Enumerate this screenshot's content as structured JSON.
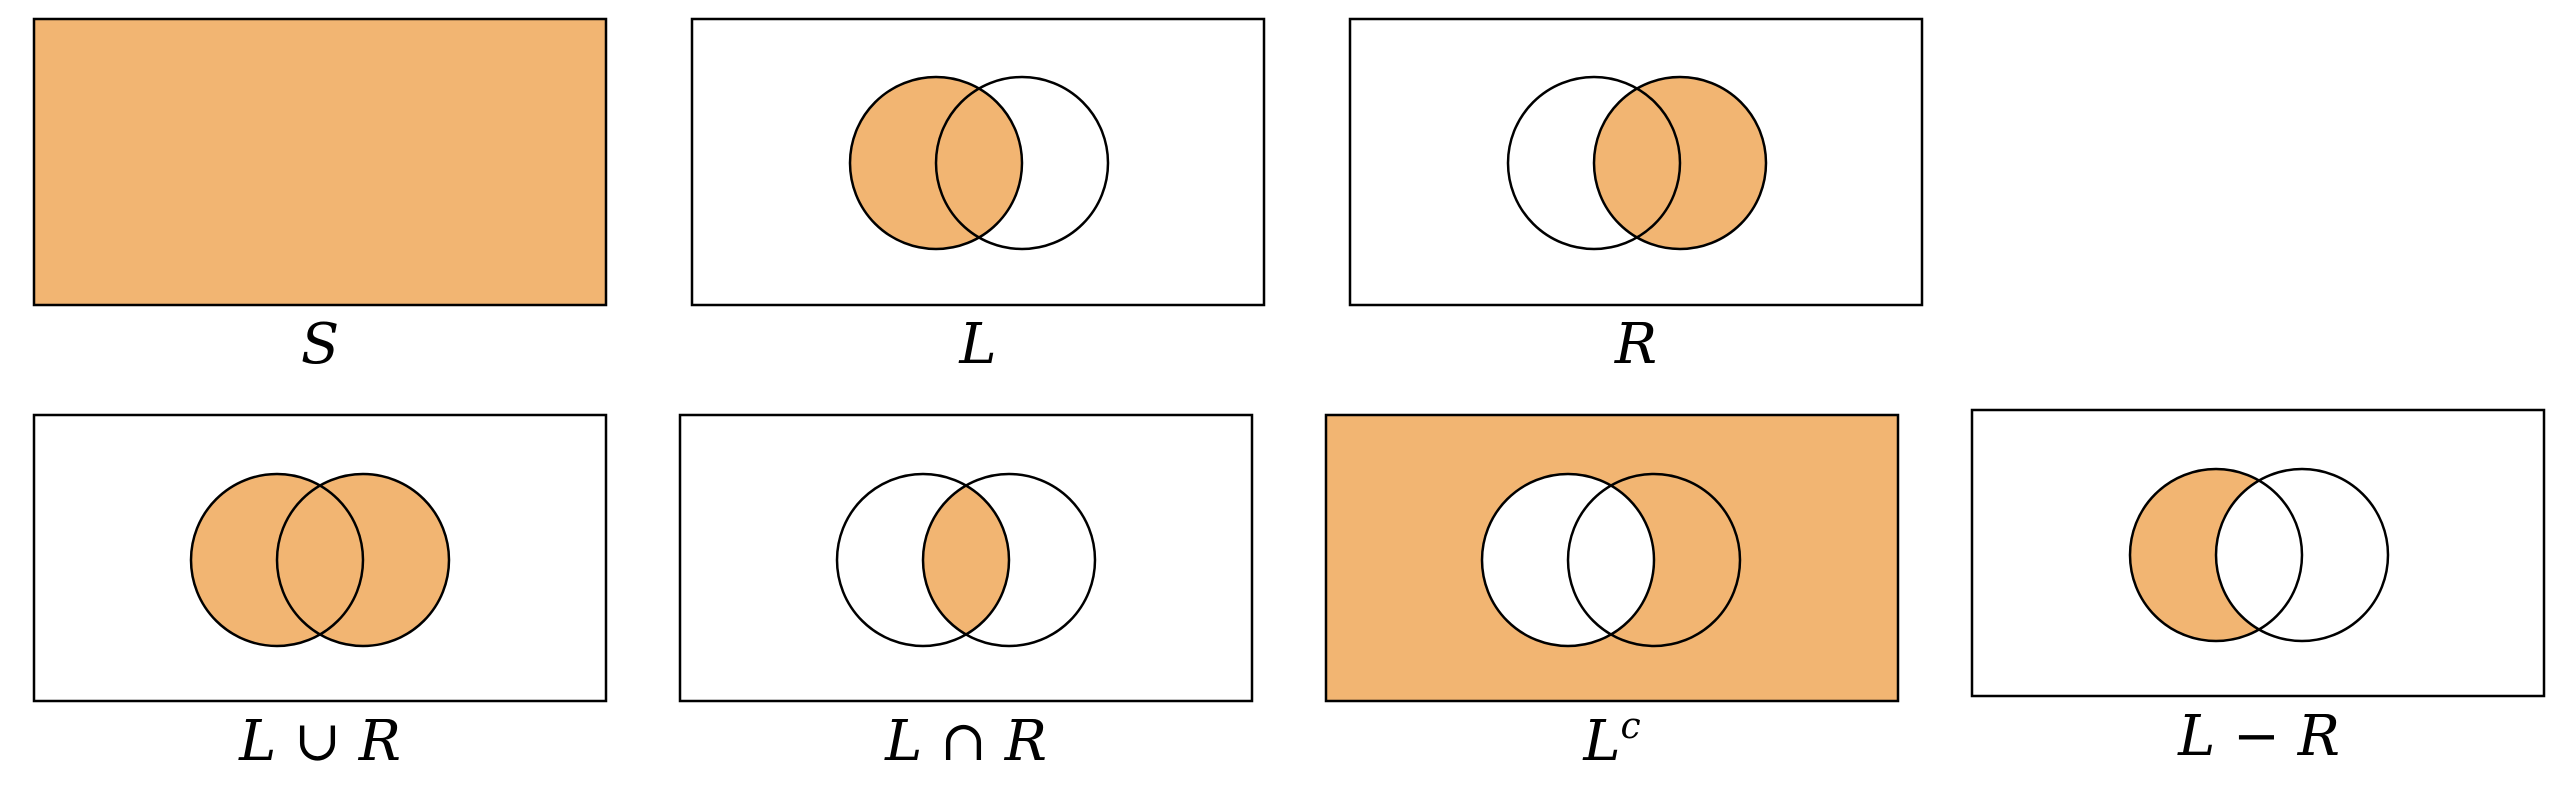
{
  "colors": {
    "shade": "#F2B572",
    "line": "#000000",
    "background": "#FFFFFF"
  },
  "panels": [
    {
      "id": "S",
      "label": "S",
      "sup": "",
      "shaded_region": "universe"
    },
    {
      "id": "L",
      "label": "L",
      "sup": "",
      "shaded_region": "left-circle"
    },
    {
      "id": "R",
      "label": "R",
      "sup": "",
      "shaded_region": "right-circle"
    },
    {
      "id": "union",
      "label": "L ∪ R",
      "sup": "",
      "shaded_region": "union"
    },
    {
      "id": "intersection",
      "label": "L ∩ R",
      "sup": "",
      "shaded_region": "intersection"
    },
    {
      "id": "complement",
      "label": "L",
      "sup": "c",
      "shaded_region": "complement-of-left"
    },
    {
      "id": "difference",
      "label": "L − R",
      "sup": "",
      "shaded_region": "left-minus-right"
    }
  ]
}
